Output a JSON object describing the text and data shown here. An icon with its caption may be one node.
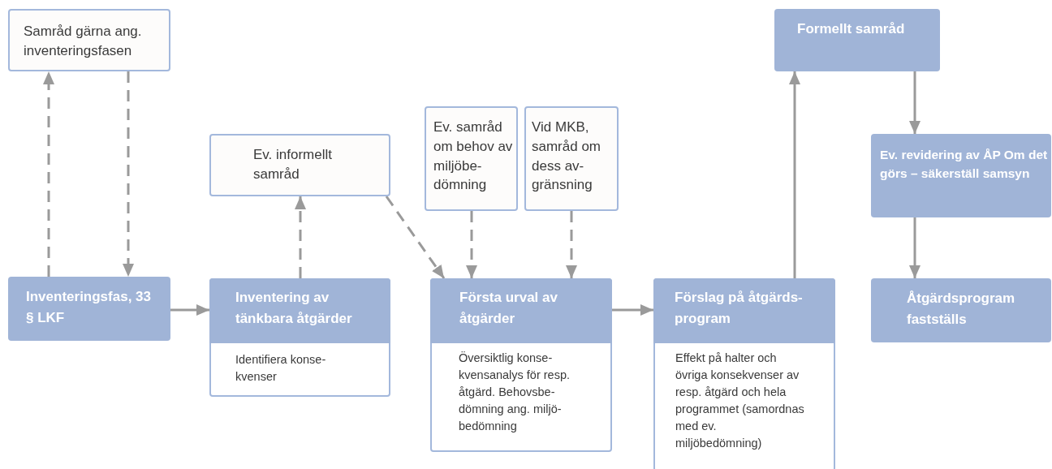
{
  "diagram": {
    "nodes": [
      {
        "text": [
          "Samråd gärna ang. inventeringsfasen"
        ]
      },
      {
        "text": [
          "Inventeringsfas, 33 § LKF"
        ]
      },
      {
        "text": [
          "Ev. informellt samråd"
        ]
      },
      {
        "text": [
          "Inventering av tänkbara åtgärder",
          "Identifiera konse- kvenser"
        ]
      },
      {
        "text": [
          "Ev. samråd om behov av miljöbe- dömning"
        ]
      },
      {
        "text": [
          "Vid MKB, samråd om dess av- gränsning"
        ]
      },
      {
        "text": [
          "Första urval av åtgärder",
          "Översiktlig konse- kvensanalys för resp. åtgärd. Behovsbe- dömning ang. miljö- bedömning"
        ]
      },
      {
        "text": [
          "Förslag på åtgärds- program",
          "Effekt på halter och övriga konsekvenser av resp. åtgärd och hela programmet (samordnas med ev. miljöbedömning)"
        ]
      },
      {
        "text": [
          "Formellt samråd"
        ]
      },
      {
        "text": [
          "Ev. revidering av ÅP Om det görs – säkerställ samsyn"
        ]
      },
      {
        "text": [
          "Åtgärdsprogram fastställs"
        ]
      }
    ],
    "edges": [
      {
        "from": 1,
        "to": 0,
        "arrow": "to",
        "style": "dashed"
      },
      {
        "from": 0,
        "to": 1,
        "arrow": "to",
        "style": "dashed"
      },
      {
        "from": 1,
        "to": 3,
        "arrow": "to"
      },
      {
        "from": 3,
        "to": 2,
        "arrow": "to",
        "style": "dashed"
      },
      {
        "from": 2,
        "to": 6,
        "arrow": "to",
        "style": "dashed"
      },
      {
        "from": 4,
        "to": 6,
        "arrow": "to",
        "style": "dashed"
      },
      {
        "from": 5,
        "to": 6,
        "arrow": "to",
        "style": "dashed"
      },
      {
        "from": 6,
        "to": 7,
        "arrow": "to"
      },
      {
        "from": 7,
        "to": 8,
        "arrow": "to"
      },
      {
        "from": 8,
        "to": 9,
        "arrow": "to"
      },
      {
        "from": 9,
        "to": 10,
        "arrow": "to"
      }
    ]
  }
}
